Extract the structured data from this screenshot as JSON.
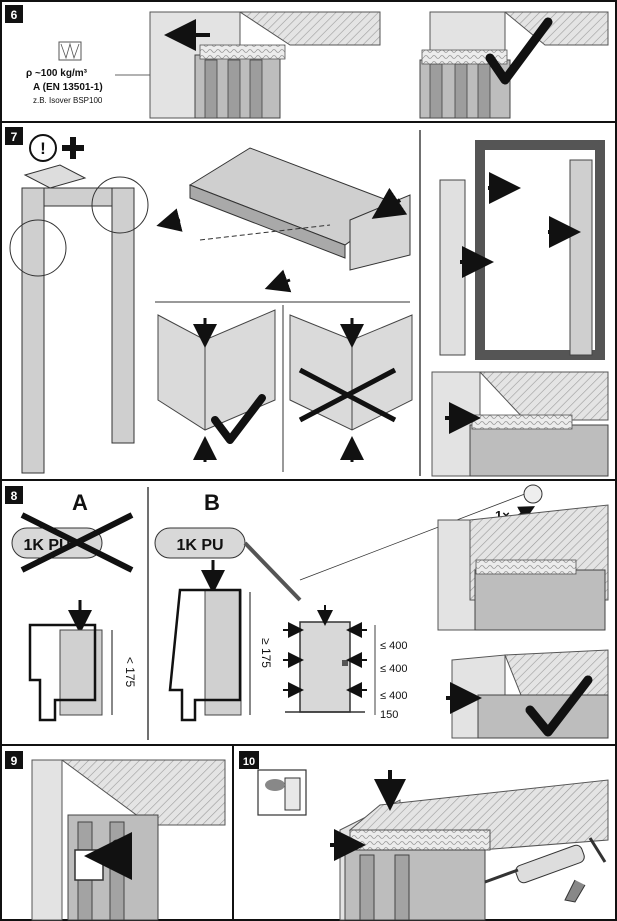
{
  "steps": [
    {
      "number": "6"
    },
    {
      "number": "7"
    },
    {
      "number": "8"
    },
    {
      "number": "9"
    },
    {
      "number": "10"
    }
  ],
  "step6": {
    "density": "ρ ~100 kg/m³",
    "fire_class": "A (EN 13501-1)",
    "example": "z.B. Isover BSP100"
  },
  "step8": {
    "option_a": "A",
    "option_b": "B",
    "foam_label": "1K PU",
    "foam_label_crossed": "1K PU",
    "limit_a": "< 175",
    "limit_b": "≥ 175",
    "spacing": [
      "≤ 400",
      "≤ 400",
      "≤ 400",
      "150"
    ],
    "count": "1×"
  },
  "colors": {
    "ink": "#111111",
    "frame_grey": "#b9b9b9",
    "wall_grey": "#d9d9d9",
    "hatch": "#8a8a8a"
  }
}
